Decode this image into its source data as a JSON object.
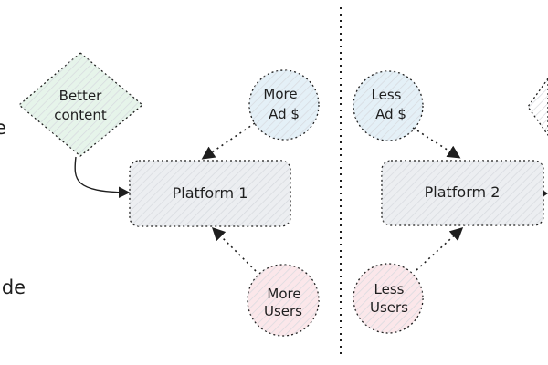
{
  "nodes": {
    "better_content": {
      "line1": "Better",
      "line2": "content",
      "fill": "#e6f4ea"
    },
    "platform1": {
      "label": "Platform 1",
      "fill": "#eceef1"
    },
    "platform2": {
      "label": "Platform 2",
      "fill": "#eceef1"
    },
    "more_ad": {
      "line1": "More",
      "line2": "Ad $",
      "fill": "#e4f0f7"
    },
    "more_users": {
      "line1": "More",
      "line2": "Users",
      "fill": "#fbe7ea"
    },
    "less_ad": {
      "line1": "Less",
      "line2": "Ad $",
      "fill": "#e4f0f7"
    },
    "less_users": {
      "line1": "Less",
      "line2": "Users",
      "fill": "#fbe7ea"
    }
  },
  "edge_fragments": {
    "top_left": "e",
    "bottom_left": "ide"
  },
  "colors": {
    "stroke": "#1e1e1e",
    "hatch": "#cfd3d8"
  }
}
